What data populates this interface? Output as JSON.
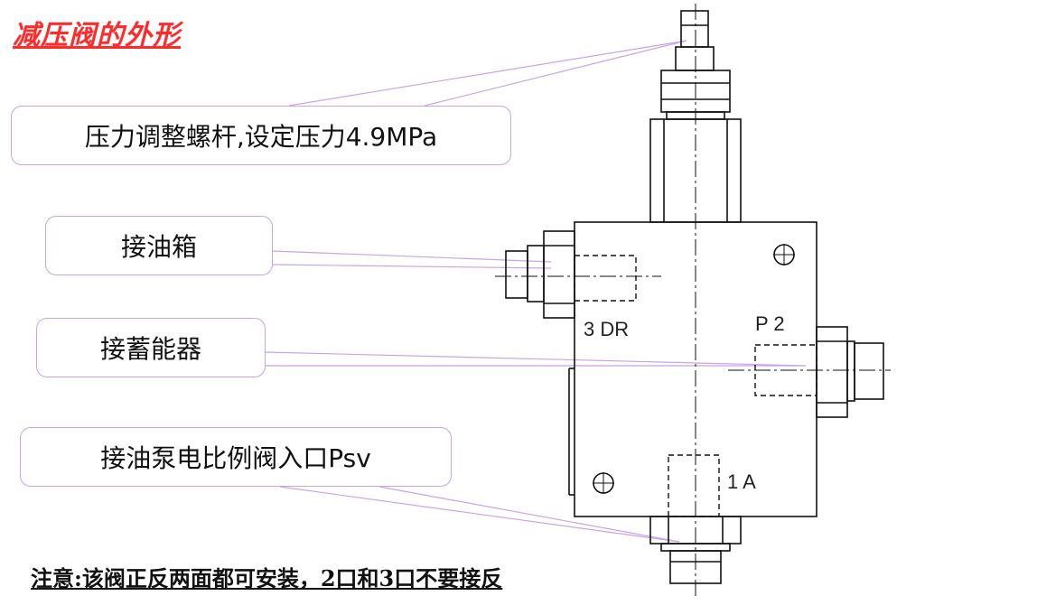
{
  "title": "减压阀的外形",
  "callouts": {
    "adjust_screw": "压力调整螺杆,设定压力4.9MPa",
    "tank": "接油箱",
    "accumulator": "接蓄能器",
    "pump_inlet": "接油泵电比例阀入口Psv"
  },
  "port_labels": {
    "dr": "3 DR",
    "p": "P 2",
    "a": "1 A"
  },
  "note": "注意:该阀正反两面都可安装，2口和3口不要接反",
  "colors": {
    "title": "#ff2b2b",
    "leader": "#c7a5e6",
    "drawing": "#111111"
  }
}
